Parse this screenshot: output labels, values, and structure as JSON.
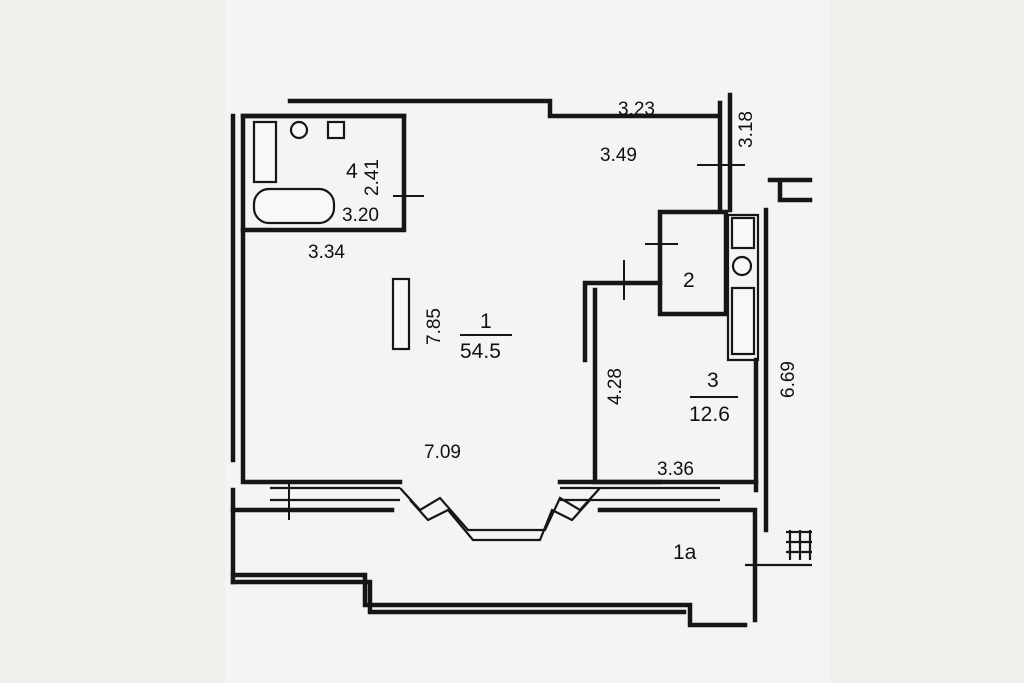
{
  "colors": {
    "background": "#f4f4f2",
    "lines": "#161616"
  },
  "rooms": [
    {
      "id": "1",
      "number": "1",
      "area": "54.5"
    },
    {
      "id": "2",
      "number": "2"
    },
    {
      "id": "3",
      "number": "3",
      "area": "12.6"
    },
    {
      "id": "4",
      "number": "4"
    },
    {
      "id": "1a",
      "number": "1а"
    }
  ],
  "dimensions": {
    "top_corridor_width": "3.23",
    "top_right_depth": "3.18",
    "kitchen_top_width": "3.49",
    "bath_height": "2.41",
    "bath_inner_width": "3.20",
    "bath_outer_width": "3.34",
    "main_room_height": "7.85",
    "main_room_width": "7.09",
    "bedroom_height": "4.28",
    "bedroom_width": "3.36",
    "corridor_height": "6.69"
  }
}
